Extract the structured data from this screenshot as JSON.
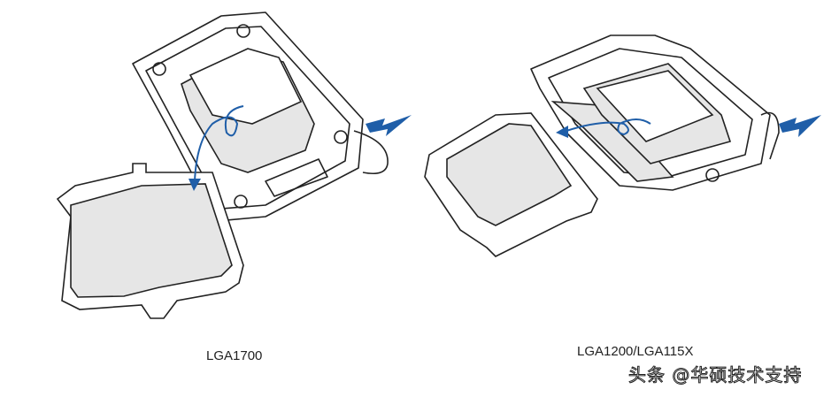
{
  "labels": {
    "left": "LGA1700",
    "right": "LGA1200/LGA115X"
  },
  "watermark": "头条 @华硕技术支持",
  "colors": {
    "arrow": "#1f5ea8",
    "line": "#222222",
    "fill": "#e6e6e6"
  }
}
